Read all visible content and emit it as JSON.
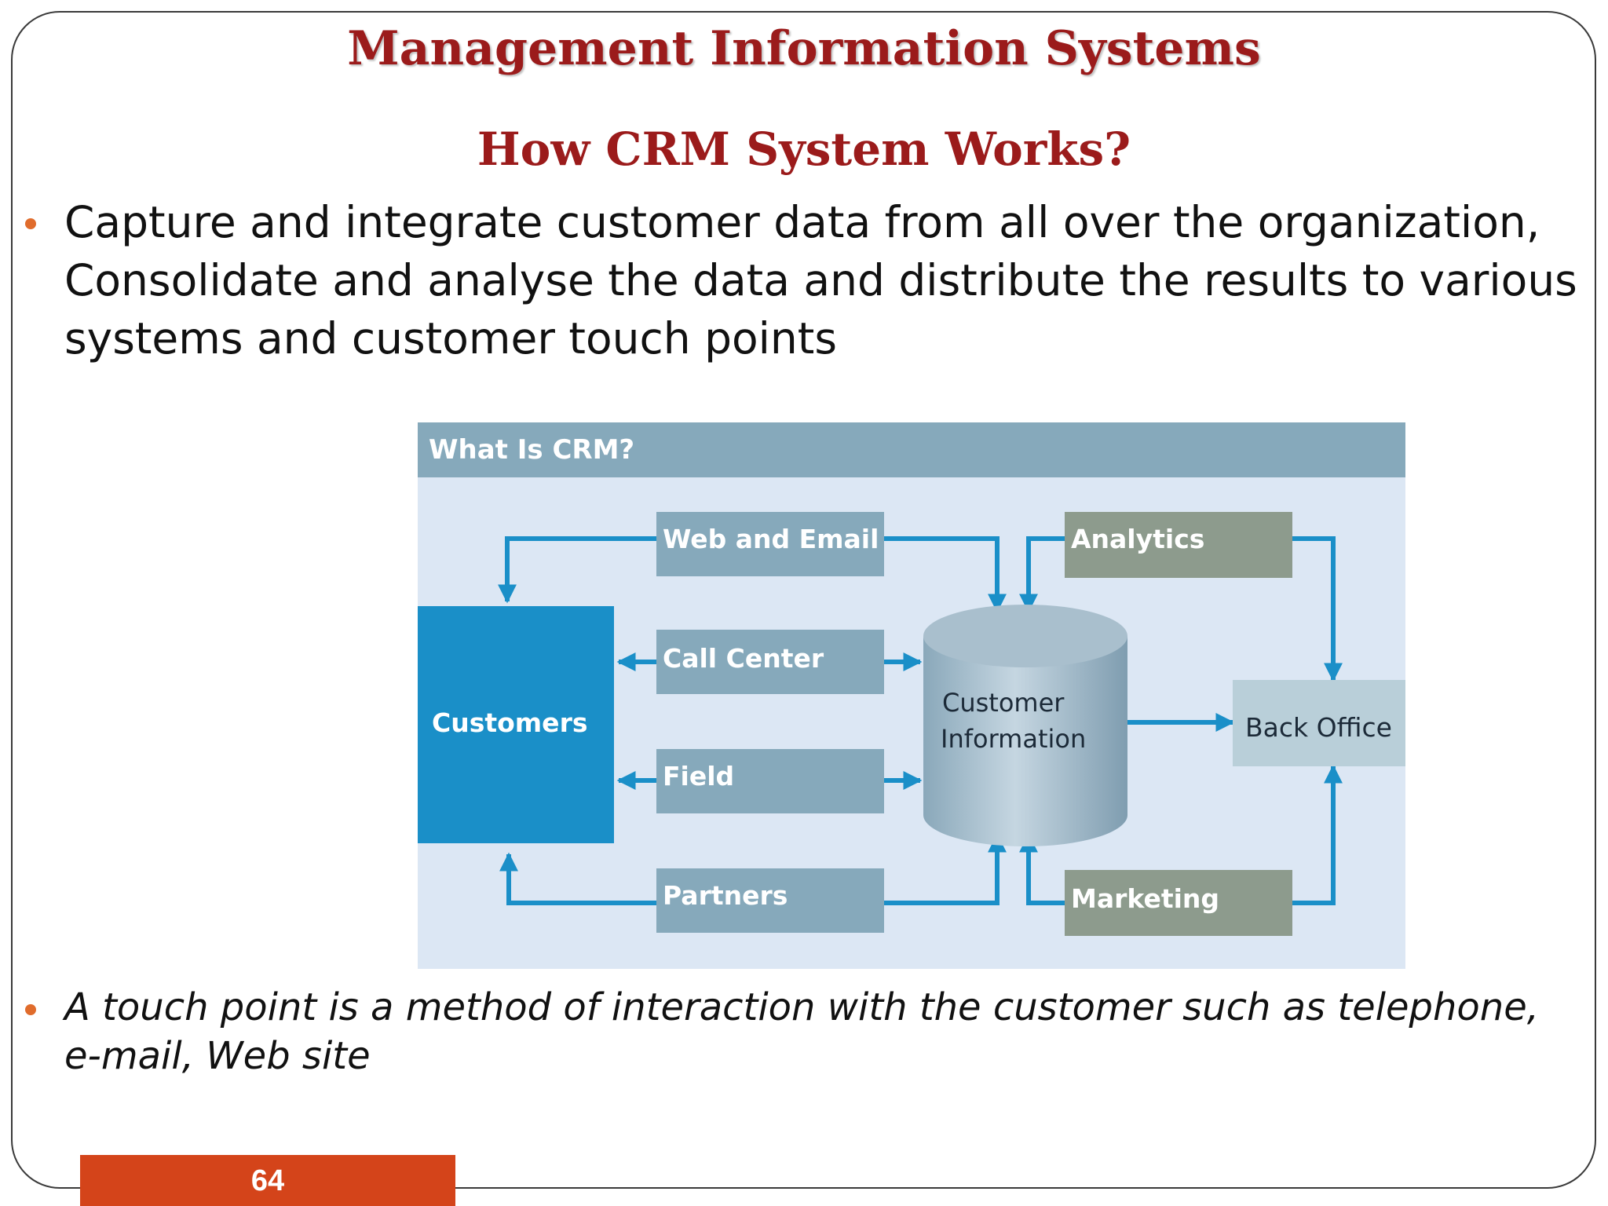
{
  "slide": {
    "title": "Management Information Systems",
    "subtitle": "How CRM System Works?",
    "bullets": [
      "Capture and integrate customer data from all over the organization, Consolidate and analyse the data and distribute the results to various systems and customer touch points",
      "A touch point is a method of interaction with the customer such as telephone, e-mail, Web site"
    ],
    "page_number": "64"
  },
  "diagram": {
    "header": "What Is CRM?",
    "nodes": {
      "customers": "Customers",
      "web_email": "Web and Email",
      "call_center": "Call Center",
      "field": "Field",
      "partners": "Partners",
      "customer_info_line1": "Customer",
      "customer_info_line2": "Information",
      "analytics": "Analytics",
      "marketing": "Marketing",
      "back_office": "Back Office"
    },
    "colors": {
      "header_bg": "#86a9bb",
      "panel_bg": "#dce7f4",
      "customers_box": "#1a8fc8",
      "channel_box": "#86a9bb",
      "analysis_box": "#8d9b8d",
      "back_office_box": "#b9cfd9",
      "arrow": "#1a8fc8",
      "title_red": "#9b1b1b",
      "bullet_orange": "#e06c2c",
      "footer_orange": "#d4441a"
    }
  }
}
